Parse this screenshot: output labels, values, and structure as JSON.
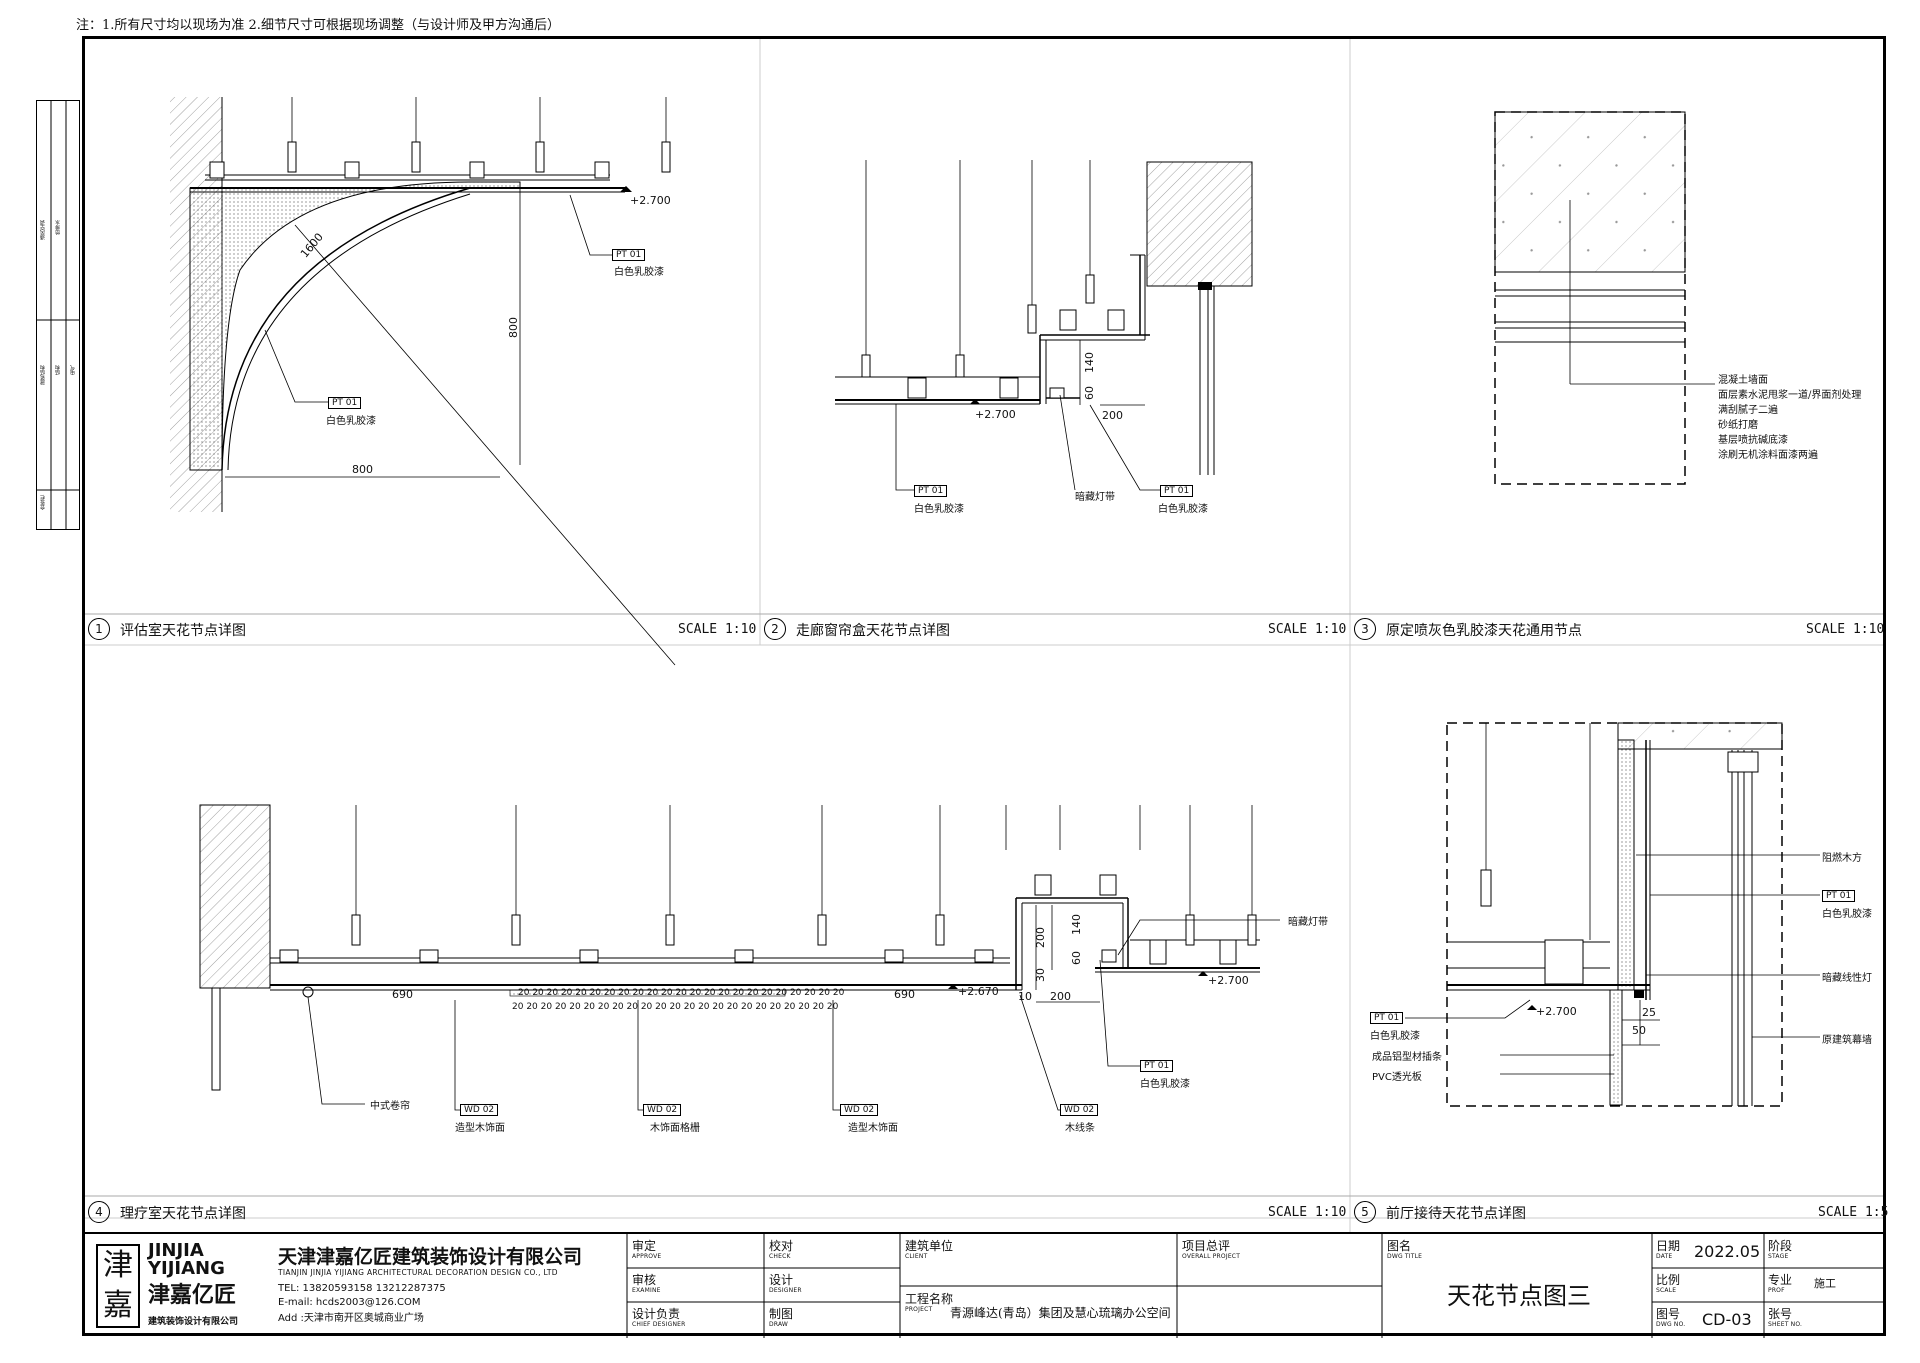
{
  "note": "注：1.所有尺寸均以现场为准 2.细节尺寸可根据现场调整（与设计师及甲方沟通后）",
  "side_panel": {
    "labels": [
      "通风空调",
      "给排水",
      "建筑结构",
      "结构",
      "电气",
      "会签栏"
    ]
  },
  "panels": [
    {
      "num": "1",
      "title": "评估室天花节点详图",
      "scale": "SCALE 1:10"
    },
    {
      "num": "2",
      "title": "走廊窗帘盒天花节点详图",
      "scale": "SCALE 1:10"
    },
    {
      "num": "3",
      "title": "原定喷灰色乳胶漆天花通用节点",
      "scale": "SCALE 1:10"
    },
    {
      "num": "4",
      "title": "理疗室天花节点详图",
      "scale": "SCALE 1:10"
    },
    {
      "num": "5",
      "title": "前厅接待天花节点详图",
      "scale": "SCALE 1:5"
    }
  ],
  "p1": {
    "elev": "+2.700",
    "tag1": "PT 01",
    "lbl1": "白色乳胶漆",
    "tag2": "PT 01",
    "lbl2": "白色乳胶漆",
    "dim_1600": "1600",
    "dim_800v": "800",
    "dim_800h": "800"
  },
  "p2": {
    "elev": "+2.700",
    "tag1": "PT 01",
    "lbl1": "白色乳胶漆",
    "hidden_light": "暗藏灯带",
    "tag2": "PT 01",
    "lbl2": "白色乳胶漆",
    "dim_140": "140",
    "dim_60": "60",
    "dim_200": "200"
  },
  "p3": {
    "specs": [
      "混凝土墙面",
      "面层素水泥甩浆一道/界面剂处理",
      "满刮腻子二遍",
      "砂纸打磨",
      "基层喷抗碱底漆",
      "涂刷无机涂料面漆两遍"
    ]
  },
  "p4": {
    "dim_690a": "690",
    "dim_690b": "690",
    "dim_20s": "20 20 20 20 20 20 20 20 20 20 20 20 20 20 20 20 20 20 20 20 20 20 20",
    "elev1": "+2.670",
    "elev2": "+2.700",
    "dim_10": "10",
    "dim_200h": "200",
    "dim_200v": "200",
    "dim_140": "140",
    "dim_60": "60",
    "dim_30": "30",
    "hidden_light": "暗藏灯带",
    "curtain": "中式卷帘",
    "tags": [
      {
        "tag": "WD 02",
        "lbl": "造型木饰面"
      },
      {
        "tag": "WD 02",
        "lbl": "木饰面格栅"
      },
      {
        "tag": "WD 02",
        "lbl": "造型木饰面"
      },
      {
        "tag": "WD 02",
        "lbl": "木线条"
      }
    ],
    "pt_tag": "PT 01",
    "pt_lbl": "白色乳胶漆"
  },
  "p5": {
    "fire_wood": "阻燃木方",
    "tag1": "PT 01",
    "lbl1": "白色乳胶漆",
    "hidden_line_light": "暗藏线性灯",
    "glass_wall": "原建筑幕墙",
    "tag2": "PT 01",
    "lbl2": "白色乳胶漆",
    "alu": "成品铝型材插条",
    "pvc": "PVC透光板",
    "elev": "+2.700",
    "dim_25": "25",
    "dim_50": "50"
  },
  "titleblock": {
    "logo_en1": "JINJIA",
    "logo_en2": "YIJIANG",
    "logo_cn": "津嘉亿匠",
    "logo_sub": "建筑装饰设计有限公司",
    "logo_char": "津嘉",
    "company": "天津津嘉亿匠建筑装饰设计有限公司",
    "company_en": "TIANJIN JINJIA YIJIANG ARCHITECTURAL DECORATION DESIGN CO., LTD",
    "tel": "TEL: 13820593158  13212287375",
    "email": "E-mail: hcds2003@126.COM",
    "addr": "Add :天津市南开区奥城商业广场",
    "approve": "审定",
    "approve_en": "APPROVE",
    "check": "校对",
    "check_en": "CHECK",
    "examine": "审核",
    "examine_en": "EXAMINE",
    "designer": "设计",
    "designer_en": "DESIGNER",
    "chief": "设计负责",
    "chief_en": "CHIEF DESIGNER",
    "draw": "制图",
    "draw_en": "DRAW",
    "client": "建筑单位",
    "client_en": "CLIENT",
    "overall": "项目总评",
    "overall_en": "OVERALL PROJECT",
    "project": "工程名称",
    "project_en": "PROJECT",
    "project_name": "青源峰达(青岛）集团及慧心琉璃办公空间",
    "dwg_title_lbl": "图名",
    "dwg_title_en": "DWG TITLE",
    "dwg_title": "天花节点图三",
    "date_lbl": "日期",
    "date_en": "DATE",
    "date": "2022.05",
    "stage_lbl": "阶段",
    "stage_en": "STAGE",
    "scale_lbl": "比例",
    "scale_en": "SCALE",
    "prof_lbl": "专业",
    "prof_en": "PROF",
    "prof": "施工",
    "dwgno_lbl": "图号",
    "dwgno_en": "DWG NO.",
    "dwgno": "CD-03",
    "sheetno_lbl": "张号",
    "sheetno_en": "SHEET NO."
  }
}
